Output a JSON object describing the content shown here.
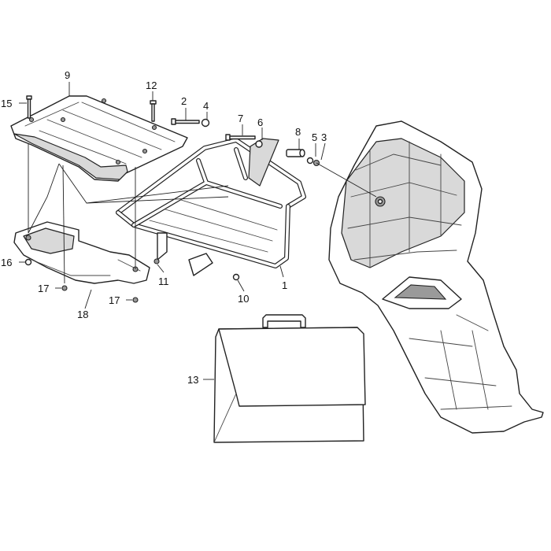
{
  "callouts": {
    "c1": "1",
    "c2": "2",
    "c3": "3",
    "c4": "4",
    "c5": "5",
    "c6": "6",
    "c7": "7",
    "c8": "8",
    "c9": "9",
    "c10": "10",
    "c11": "11",
    "c12": "12",
    "c13": "13",
    "c15": "15",
    "c16": "16",
    "c17a": "17",
    "c17b": "17",
    "c18": "18"
  },
  "colors": {
    "line": "#222222",
    "shade": "#d9d9d9",
    "background": "#ffffff"
  }
}
